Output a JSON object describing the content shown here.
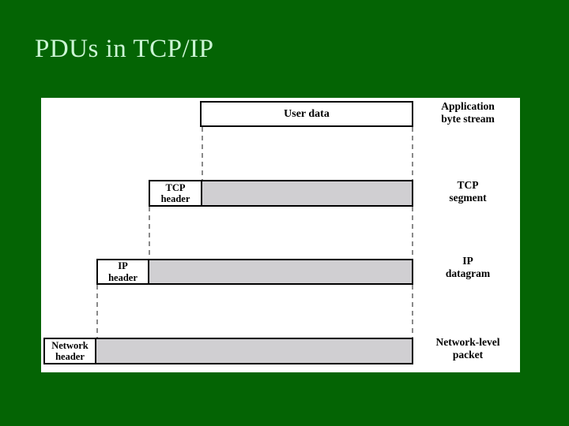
{
  "title": "PDUs in TCP/IP",
  "colors": {
    "background": "#046404",
    "title_text": "#ccf5d5",
    "panel_bg": "#ffffff",
    "box_border": "#000000",
    "data_fill": "#d0cfd2",
    "dashed_line": "#8a8a8a",
    "diagram_text": "#000000"
  },
  "diagram": {
    "user_data_box": {
      "label": "User data"
    },
    "rows": [
      {
        "id": "tcp",
        "header_line1": "TCP",
        "header_line2": "header"
      },
      {
        "id": "ip",
        "header_line1": "IP",
        "header_line2": "header"
      },
      {
        "id": "network",
        "header_line1": "Network",
        "header_line2": "header"
      }
    ],
    "right_labels": [
      {
        "line1": "Application",
        "line2": "byte stream"
      },
      {
        "line1": "TCP",
        "line2": "segment"
      },
      {
        "line1": "IP",
        "line2": "datagram"
      },
      {
        "line1": "Network-level",
        "line2": "packet"
      }
    ]
  }
}
